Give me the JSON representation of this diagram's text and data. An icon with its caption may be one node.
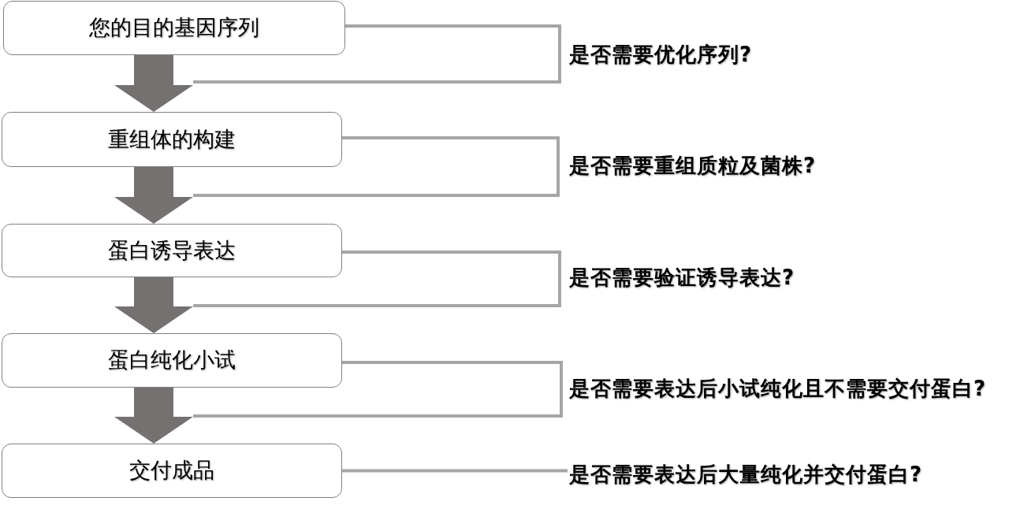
{
  "diagram": {
    "nodes": [
      {
        "text": [
          "您的目的基因序列"
        ]
      },
      {
        "text": [
          "是否需要优化序列?"
        ]
      },
      {
        "text": [
          "重组体的构建"
        ]
      },
      {
        "text": [
          "是否需要重组质粒及菌株?"
        ]
      },
      {
        "text": [
          "蛋白诱导表达"
        ]
      },
      {
        "text": [
          "是否需要验证诱导表达?"
        ]
      },
      {
        "text": [
          "蛋白纯化小试"
        ]
      },
      {
        "text": [
          "是否需要表达后小试纯化且不需要交付蛋白?"
        ]
      },
      {
        "text": [
          "交付成品"
        ]
      },
      {
        "text": [
          "是否需要表达后大量纯化并交付蛋白?"
        ]
      }
    ],
    "edges": [
      {
        "from": 0,
        "to": 2,
        "arrow": "to"
      },
      {
        "from": 2,
        "to": 4,
        "arrow": "to"
      },
      {
        "from": 4,
        "to": 6,
        "arrow": "to"
      },
      {
        "from": 6,
        "to": 8,
        "arrow": "to"
      },
      {
        "from": 8,
        "to": 9,
        "arrow": "none",
        "color": "#a6a6a6"
      }
    ]
  }
}
